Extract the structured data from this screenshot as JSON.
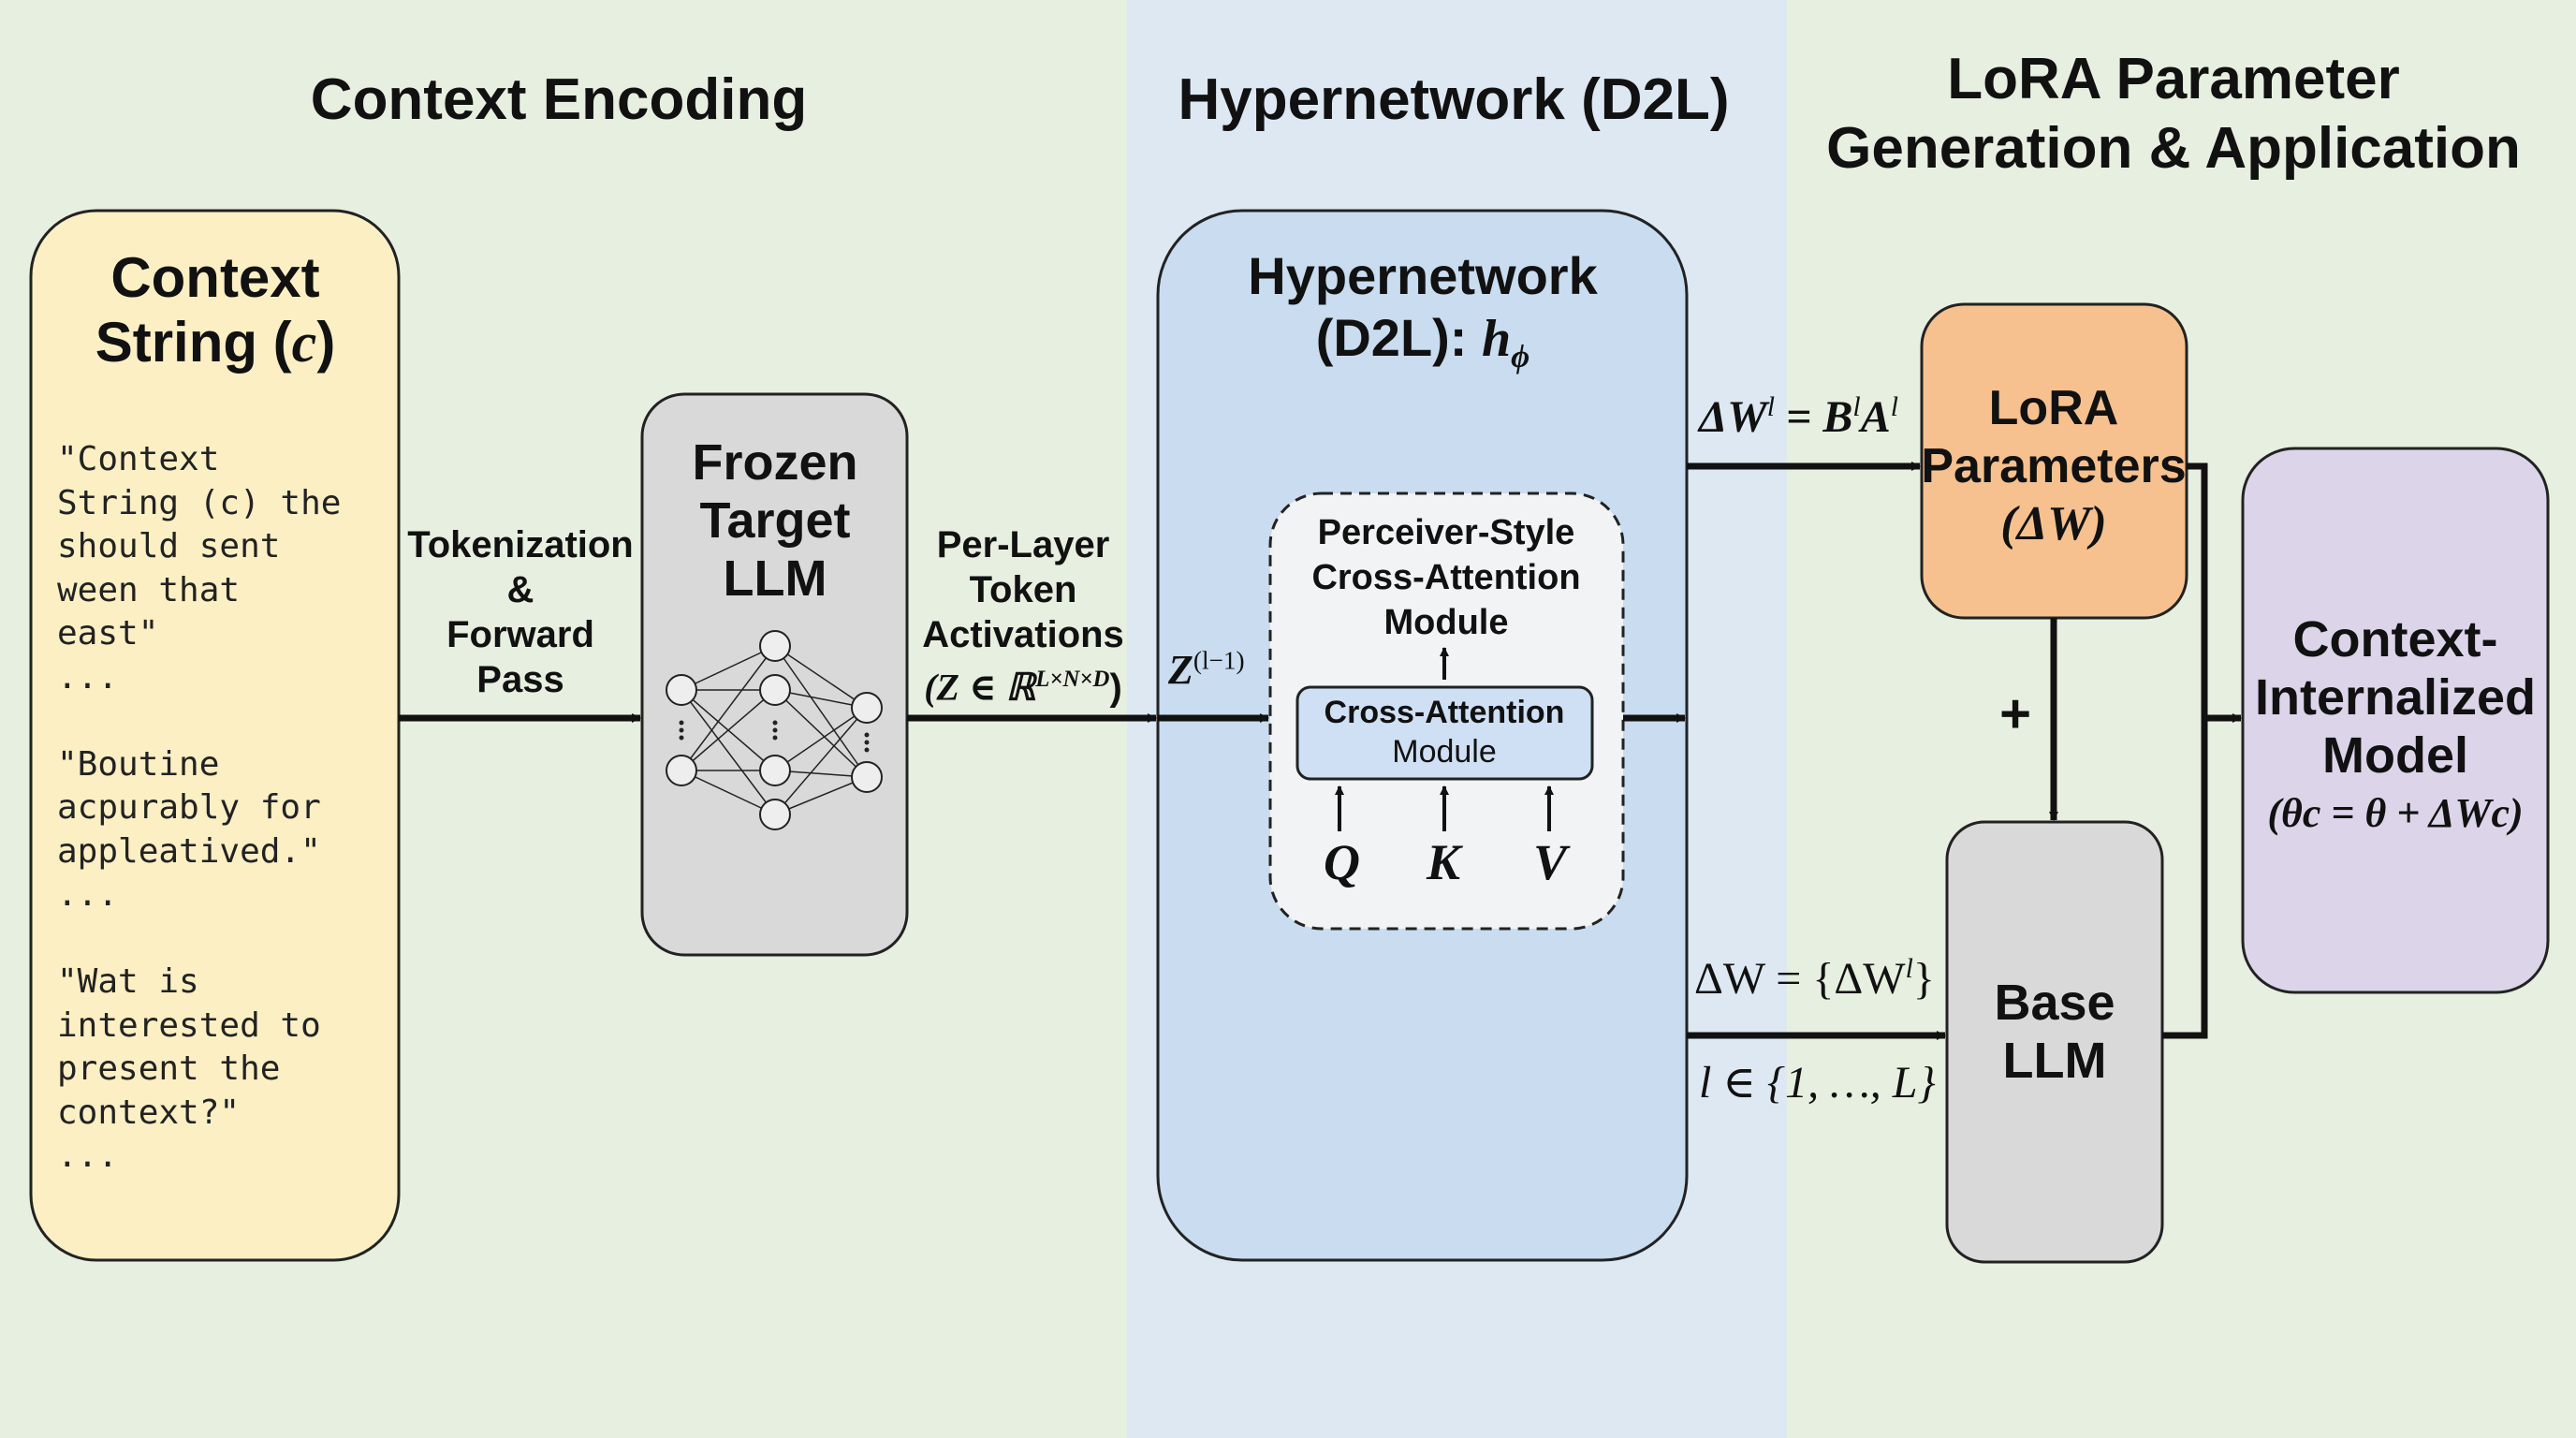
{
  "sections": {
    "context_encoding": "Context Encoding",
    "hypernetwork": "Hypernetwork (D2L)",
    "lora_line1": "LoRA Parameter",
    "lora_line2": "Generation & Application"
  },
  "context_box": {
    "title_line1": "Context",
    "title_line2": "String (",
    "title_var": "c",
    "title_close": ")",
    "text": "\"Context\nString (c) the\nshould sent\nween that\neast\"\n...\n\n\"Boutine\nacpurably for\nappleatived.\"\n...\n\n\"Wat is\ninterested to\npresent the\ncontext?\"\n...",
    "fill": "#fcefc4"
  },
  "arrow_labels": {
    "tokenization": [
      "Tokenization",
      "&",
      "Forward",
      "Pass"
    ],
    "activations": [
      "Per-Layer",
      "Token",
      "Activations"
    ],
    "activations_math": "(Z ∈ ℝ",
    "activations_sup": "L×N×D",
    "activations_close": ")",
    "z_input": "Z",
    "z_sup": "(l−1)",
    "delta_w_l": "ΔW",
    "delta_w_l_rhs": "= B",
    "delta_w_set": "ΔW = {ΔW",
    "delta_w_set_close": "}",
    "layer_range": "l ∈ {1, …, L}",
    "plus": "+"
  },
  "frozen_llm": {
    "lines": [
      "Frozen",
      "Target",
      "LLM"
    ],
    "fill": "#d9d9d9"
  },
  "hypernetwork_box": {
    "line1": "Hypernetwork",
    "line2": "(D2L): ",
    "symbol": "h",
    "sub": "ϕ",
    "fill": "#c9dcf0"
  },
  "perceiver": {
    "lines": [
      "Perceiver-Style",
      "Cross-Attention",
      "Module"
    ]
  },
  "cross_attention": {
    "line1": "Cross-Attention",
    "line2": "Module",
    "fill": "#cfe0f4"
  },
  "qkv": [
    "Q",
    "K",
    "V"
  ],
  "lora_box": {
    "line1": "LoRA",
    "line2": "Parameters",
    "line3": "(ΔW)",
    "fill": "#f6c18f"
  },
  "base_llm": {
    "line1": "Base",
    "line2": "LLM",
    "fill": "#d9d9d9"
  },
  "internalized": {
    "lines": [
      "Context-",
      "Internalized",
      "Model"
    ],
    "formula": "(θc = θ + ΔWc)",
    "fill": "#dcd5ea"
  },
  "colors": {
    "background_green": "#e7efe0",
    "background_blue_band": "#dde8f3"
  }
}
